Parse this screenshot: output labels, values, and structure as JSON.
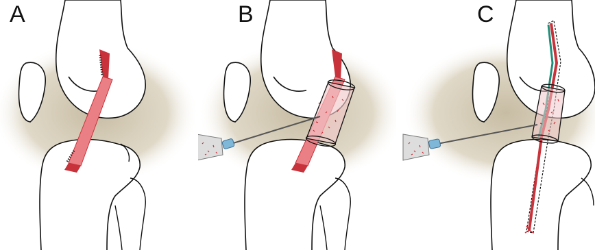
{
  "panels": [
    {
      "label": "A"
    },
    {
      "label": "B"
    },
    {
      "label": "C"
    }
  ],
  "colors": {
    "background_halo": "#c7bca3",
    "bone_fill": "#ffffff",
    "outline": "#111111",
    "graft_dark_red": "#c8323a",
    "graft_light_red": "#ea7f85",
    "scaffold_fill": "#f2c9cb",
    "needle_hub": "#7fb7d9",
    "suture_green": "#1f8f7a"
  }
}
